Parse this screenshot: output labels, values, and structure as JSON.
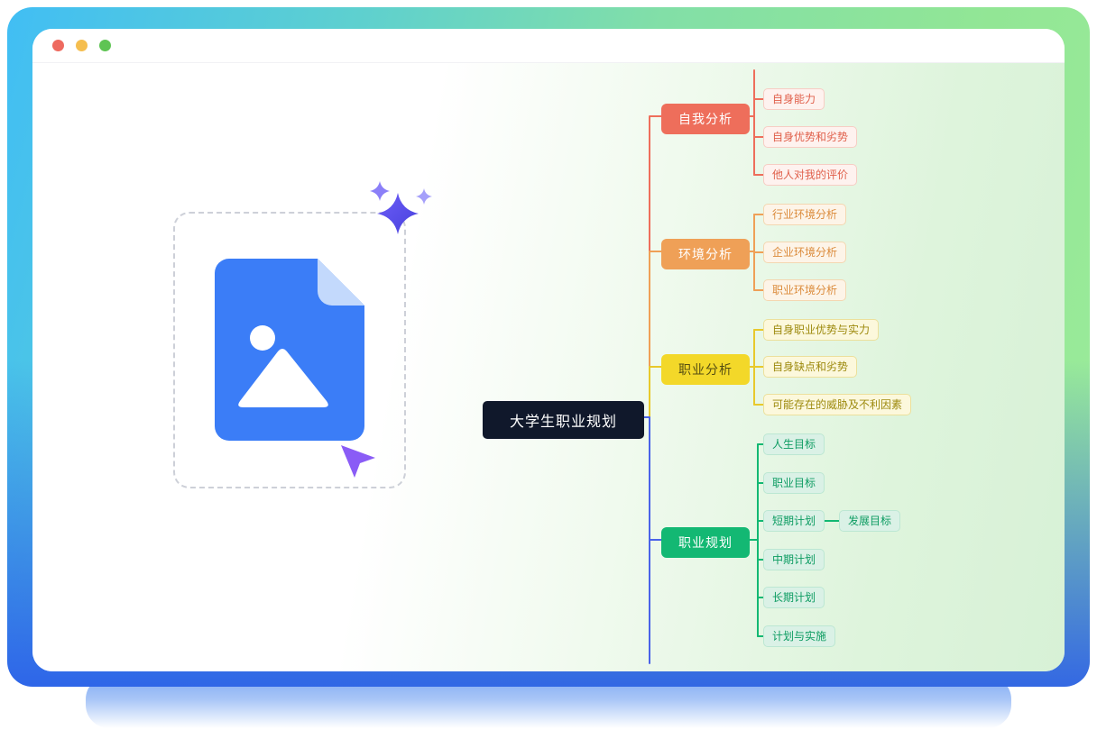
{
  "titlebar": {
    "buttons": [
      {
        "name": "close",
        "color": "#ee6a5f"
      },
      {
        "name": "minimize",
        "color": "#f5be4f"
      },
      {
        "name": "maximize",
        "color": "#5fc454"
      }
    ]
  },
  "illustration": {
    "icons": [
      {
        "name": "image-document-icon"
      },
      {
        "name": "cursor-pointer-icon"
      },
      {
        "name": "sparkles-icon"
      }
    ]
  },
  "mindmap": {
    "root": {
      "label": "大学生职业规划",
      "bg": "#10182b",
      "text_color": "#ffffff"
    },
    "trunk_color": "#4a63e8",
    "branches": [
      {
        "label": "自我分析",
        "color": "#ee6e5b",
        "children": [
          {
            "label": "自身能力"
          },
          {
            "label": "自身优势和劣势"
          },
          {
            "label": "他人对我的评价"
          }
        ]
      },
      {
        "label": "环境分析",
        "color": "#efa057",
        "children": [
          {
            "label": "行业环境分析"
          },
          {
            "label": "企业环境分析"
          },
          {
            "label": "职业环境分析"
          }
        ]
      },
      {
        "label": "职业分析",
        "color": "#f3d829",
        "children": [
          {
            "label": "自身职业优势与实力"
          },
          {
            "label": "自身缺点和劣势"
          },
          {
            "label": "可能存在的威胁及不利因素"
          }
        ]
      },
      {
        "label": "职业规划",
        "color": "#13b873",
        "children": [
          {
            "label": "人生目标"
          },
          {
            "label": "职业目标"
          },
          {
            "label": "短期计划",
            "children": [
              {
                "label": "发展目标"
              }
            ]
          },
          {
            "label": "中期计划"
          },
          {
            "label": "长期计划"
          },
          {
            "label": "计划与实施"
          }
        ]
      }
    ]
  }
}
